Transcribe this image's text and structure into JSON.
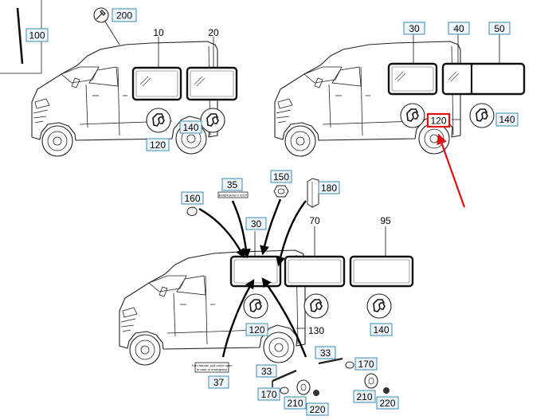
{
  "diagram": {
    "views": {
      "top_left": {
        "labels": [
          "10",
          "20"
        ],
        "callouts": [
          "200",
          "100",
          "120",
          "140"
        ]
      },
      "top_right": {
        "labels": [
          "30",
          "40",
          "50"
        ],
        "callouts": [
          "120",
          "140"
        ],
        "highlighted": "120"
      },
      "bottom": {
        "labels": [
          "30",
          "70",
          "95",
          "130"
        ],
        "callouts": [
          "35",
          "150",
          "180",
          "160",
          "120",
          "140",
          "33",
          "170",
          "210",
          "220",
          "37"
        ]
      }
    },
    "sticker_texts": {
      "emergency_exit": "EMERGENCY EXIT",
      "instruction_line1": "Turn handle, pull out to open",
      "instruction_line2": "in case of emergency"
    },
    "colors": {
      "callout_border": "#3b89b3",
      "callout_fill": "#eef6fb",
      "highlight": "#e01010"
    }
  }
}
